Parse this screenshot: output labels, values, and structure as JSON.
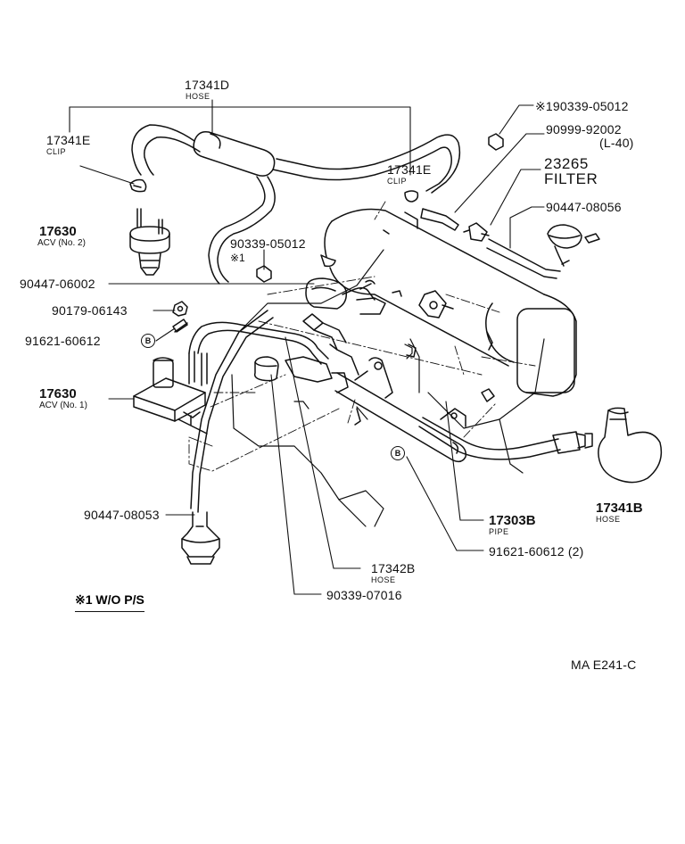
{
  "callouts": {
    "p17341D": {
      "part": "17341D",
      "desc": "HOSE"
    },
    "p17341E_left": {
      "part": "17341E",
      "desc": "CLIP"
    },
    "p17341E_right": {
      "part": "17341E",
      "desc": "CLIP"
    },
    "p19033905012": {
      "part": "※190339-05012"
    },
    "p9099992002": {
      "part": "90999-92002",
      "desc": "(L-40)"
    },
    "p23265": {
      "part": "23265",
      "desc": "FILTER"
    },
    "p9044708056": {
      "part": "90447-08056"
    },
    "p17630_no2": {
      "part": "17630",
      "desc": "ACV (No. 2)"
    },
    "p9033905012": {
      "part": "90339-05012",
      "desc": "※1"
    },
    "p9044706002": {
      "part": "90447-06002"
    },
    "p9017906143": {
      "part": "90179-06143"
    },
    "p9162160612": {
      "part": "91621-60612",
      "marker": "B"
    },
    "p17630_no1": {
      "part": "17630",
      "desc": "ACV (No. 1)"
    },
    "marker_b_right": {
      "marker": "B"
    },
    "p9044708053": {
      "part": "90447-08053"
    },
    "p17303B": {
      "part": "17303B",
      "desc": "PIPE"
    },
    "p9162160612_2": {
      "part": "91621-60612 (2)"
    },
    "p17341B": {
      "part": "17341B",
      "desc": "HOSE"
    },
    "p17342B": {
      "part": "17342B",
      "desc": "HOSE"
    },
    "p9033907016": {
      "part": "90339-07016"
    }
  },
  "footnote": "※1 W/O P/S",
  "diagram_code": "MA E241-C"
}
